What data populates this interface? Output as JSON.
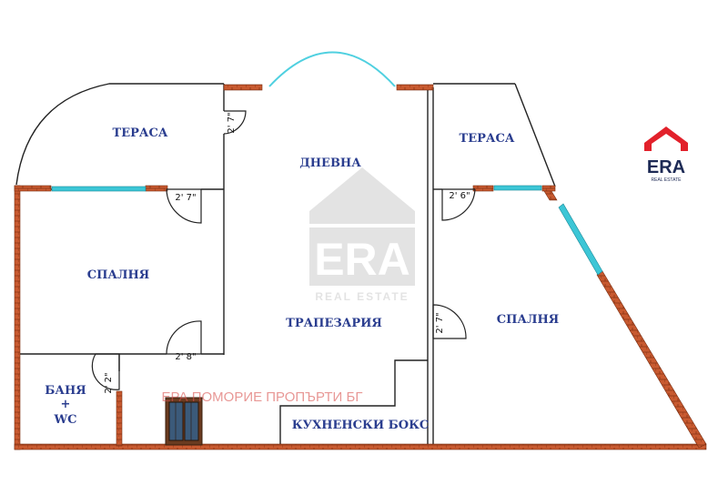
{
  "rooms": {
    "terrace_left": "ТЕРАСА",
    "terrace_right": "ТЕРАСА",
    "living": "ДНЕВНА",
    "bedroom_left": "СПАЛНЯ",
    "bedroom_right": "СПАЛНЯ",
    "dining": "ТРАПЕЗАРИЯ",
    "bath_line1": "БАНЯ",
    "bath_line2": "+",
    "bath_line3": "WC",
    "kitchen": "КУХНЕНСКИ БОКС"
  },
  "doors": {
    "terrace_left": "2' 7\"",
    "bedroom_left_top": "2' 7\"",
    "bedroom_left_bottom": "2' 8\"",
    "bath": "2' 2\"",
    "terrace_right": "2' 6\"",
    "bedroom_right": "2' 7\""
  },
  "watermark": {
    "logo_text": "ERA",
    "logo_subtext": "REAL ESTATE",
    "agency_text": "ЕРА ПОМОРИЕ ПРОПЪРТИ БГ"
  },
  "colors": {
    "brick": "#c0502b",
    "window": "#3cc6d6",
    "label": "#2a3d8f",
    "logo_red": "#e2212b",
    "logo_navy": "#1d2a55",
    "agency_text": "#d9534f"
  }
}
